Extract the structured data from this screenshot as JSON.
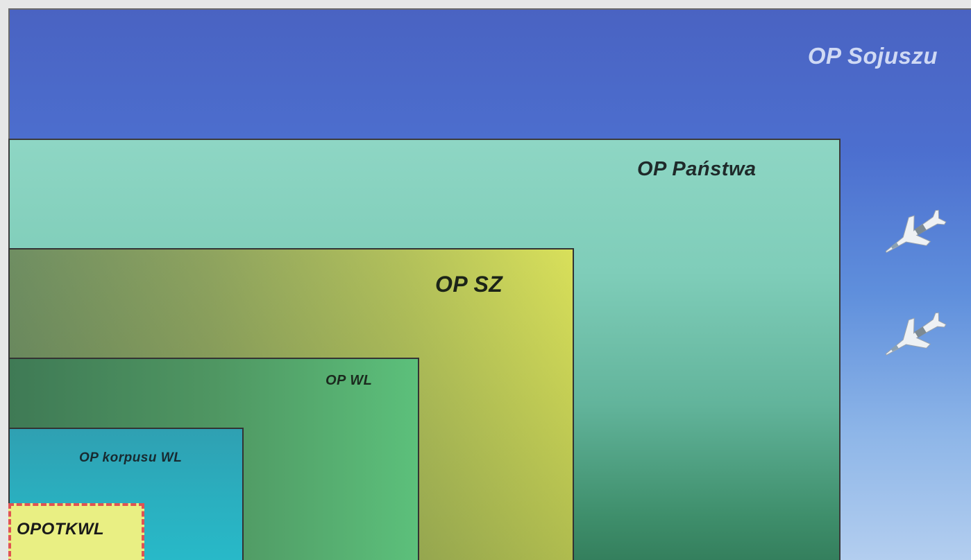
{
  "levels": {
    "sojusz": "OP Sojuszu",
    "panstwa": "OP Państwa",
    "sz": "OP SZ",
    "wl": "OP WL",
    "korpus": "OP korpusu WL",
    "opotkwl": "OPOTKWL"
  },
  "icons": {
    "aircraft": "fighter-jet-icon"
  },
  "colors": {
    "sojusz": "#4c6fcf",
    "panstwa": "#7fcdb9",
    "sz": "#b3c15b",
    "wl": "#4f9662",
    "korpus": "#2ab0c0",
    "opotkwl": "#e9ef83",
    "opotkwl_border": "#e05353"
  }
}
